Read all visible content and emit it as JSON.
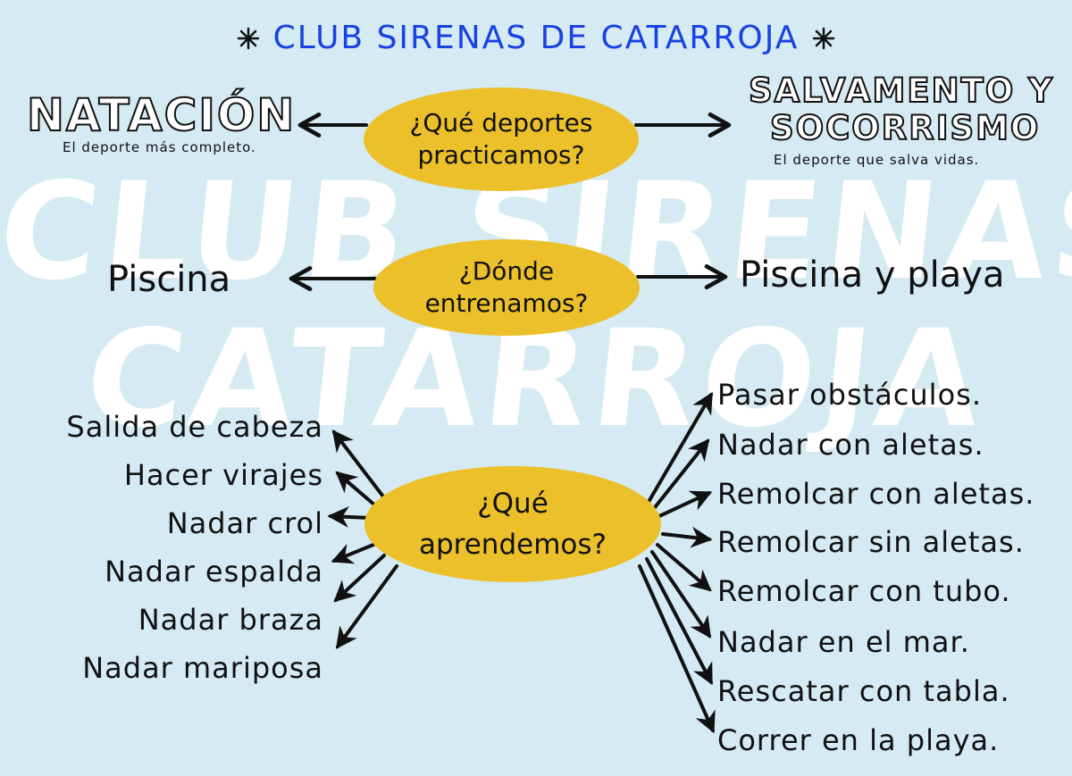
{
  "title": "CLUB SIRENAS DE CATARROJA",
  "watermark": {
    "line1": "CLUB SIRENAS",
    "line2": "CATARROJA"
  },
  "questions": {
    "sports": {
      "line1": "¿Qué deportes",
      "line2": "practicamos?"
    },
    "where": {
      "line1": "¿Dónde",
      "line2": "entrenamos?"
    },
    "learn": {
      "line1": "¿Qué",
      "line2": "aprendemos?"
    }
  },
  "sports": {
    "natacion": {
      "title": "NATACIÓN",
      "caption": "El deporte más completo."
    },
    "salvamento": {
      "title_line1": "SALVAMENTO Y",
      "title_line2": "SOCORRISMO",
      "caption": "El deporte que salva vidas."
    }
  },
  "locations": {
    "left": "Piscina",
    "right": "Piscina y playa"
  },
  "learn_left": [
    "Salida de cabeza",
    "Hacer virajes",
    "Nadar crol",
    "Nadar espalda",
    "Nadar braza",
    "Nadar mariposa"
  ],
  "learn_right": [
    "Pasar obstáculos.",
    "Nadar con aletas.",
    "Remolcar con aletas.",
    "Remolcar sin aletas.",
    "Remolcar con tubo.",
    "Nadar en el mar.",
    "Rescatar con tabla.",
    "Correr en la playa."
  ],
  "colors": {
    "background": "#d6eaf3",
    "ellipse": "#ebc02a",
    "title": "#1942e3",
    "ink": "#111111",
    "watermark": "#ffffff"
  }
}
